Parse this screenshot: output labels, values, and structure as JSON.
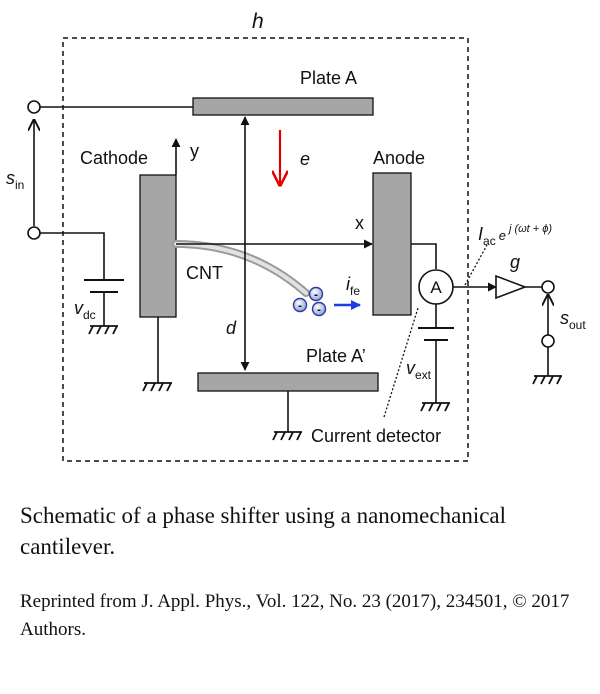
{
  "labels": {
    "h": "h",
    "plate_a": "Plate A",
    "plate_a_prime": "Plate A’",
    "cathode": "Cathode",
    "anode": "Anode",
    "cnt": "CNT",
    "current_detector": "Current detector",
    "x": "x",
    "y": "y",
    "d": "d",
    "e": "e",
    "g": "g",
    "ammeter": "A",
    "electron": "-",
    "s_in": {
      "base": "s",
      "sub": "in"
    },
    "s_out": {
      "base": "s",
      "sub": "out"
    },
    "v_dc": {
      "base": "v",
      "sub": "dc"
    },
    "v_ext": {
      "base": "v",
      "sub": "ext"
    },
    "i_fe": {
      "base": "i",
      "sub": "fe"
    },
    "i_ac": {
      "base": "I",
      "sub": "ac",
      "e": "e",
      "exponent": "j (ωt + ϕ)"
    }
  },
  "colors": {
    "field_arrow": "#e00000",
    "current_arrow": "#1a3fe0",
    "electron": "#2a3c9a",
    "plate_fill": "#a6a6a6"
  },
  "caption": {
    "main": "Schematic of a phase shifter using a nanomechanical cantilever.",
    "credit": "Reprinted from J. Appl. Phys., Vol. 122, No. 23 (2017), 234501, © 2017 Authors."
  }
}
